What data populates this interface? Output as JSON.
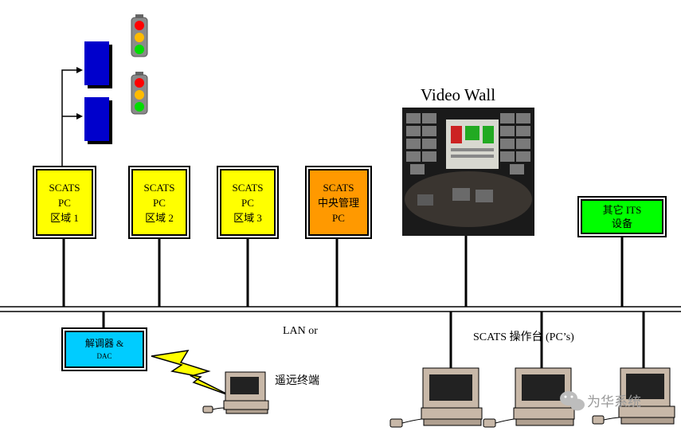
{
  "title": "Video Wall",
  "boxes": {
    "pc1": {
      "line1": "SCATS",
      "line2": "PC",
      "line3": "区域 1",
      "color": "#ffff00"
    },
    "pc2": {
      "line1": "SCATS",
      "line2": "PC",
      "line3": "区域 2",
      "color": "#ffff00"
    },
    "pc3": {
      "line1": "SCATS",
      "line2": "PC",
      "line3": "区域 3",
      "color": "#ffff00"
    },
    "central": {
      "line1": "SCATS",
      "line2": "中央管理",
      "line3": "PC",
      "color": "#ff9900"
    },
    "its": {
      "line1": "其它 ITS",
      "line2": "设备",
      "color": "#00ff00"
    },
    "modem": {
      "line1": "解调器 &",
      "line2": "DAC",
      "color": "#00ccff"
    }
  },
  "labels": {
    "lan": "LAN or",
    "operators": "SCATS  操作台 (PC’s)",
    "remote": "遥远终端"
  },
  "watermark": "为华系统",
  "colors": {
    "controller": "#0000cc",
    "signal_red": "#ff0000",
    "signal_amber": "#ffbb00",
    "signal_green": "#00dd00",
    "lightning": "#ffff00"
  },
  "icons": [
    "controller-icon",
    "traffic-light-icon",
    "video-wall-image",
    "computer-icon",
    "lightning-icon",
    "wechat-icon"
  ]
}
